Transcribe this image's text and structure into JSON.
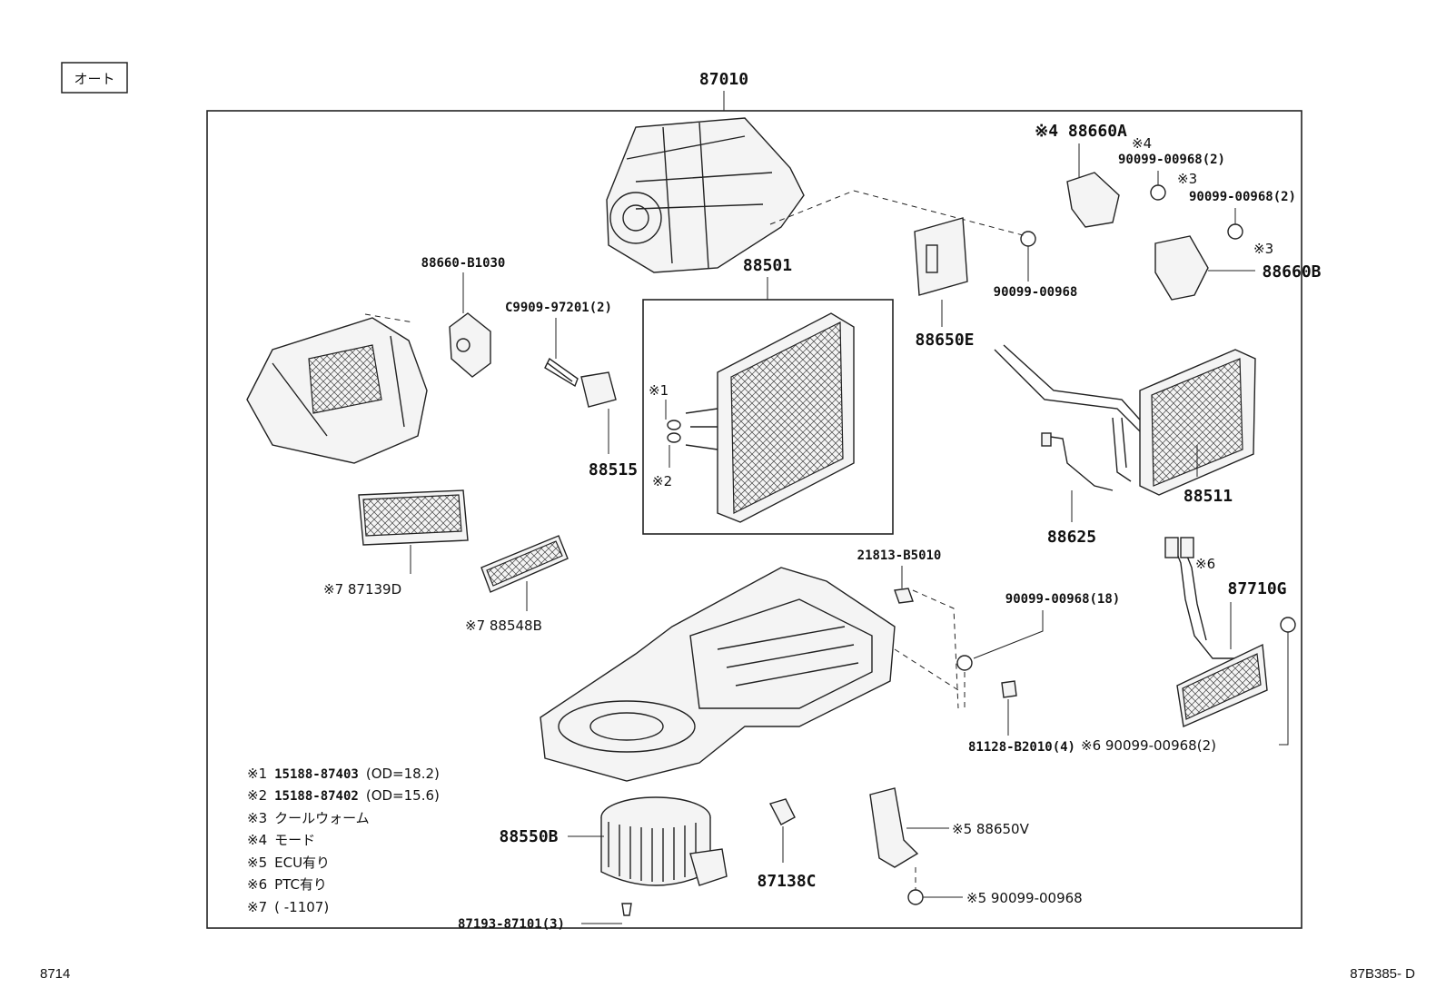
{
  "header": {
    "tag": "オート"
  },
  "footer": {
    "page_code": "8714",
    "drawing_code": "87B385- D"
  },
  "parts": {
    "unit_assembly": "87010",
    "evaporator": "88501",
    "damper_servo_left": "88660-B1030",
    "bolt": "C9909-97201(2)",
    "expansion_valve": "88515",
    "oring_1_mark": "※1",
    "oring_2_mark": "※2",
    "filter_1": "※7 87139D",
    "filter_2": "※7 88548B",
    "amplifier": "88650E",
    "amp_screw": "90099-00968",
    "servo_a_mark": "※4 88660A",
    "servo_a_screw_mark": "※4",
    "servo_a_screw": "90099-00968(2)",
    "servo_b_screw_mark": "※3",
    "servo_b_screw": "90099-00968(2)",
    "servo_b_mark": "※3",
    "servo_b": "88660B",
    "heater_core": "88511",
    "thermistor": "88625",
    "sensor_clip": "21813-B5010",
    "case_screws": "90099-00968(18)",
    "clip": "81128-B2010(4)",
    "ptc_mark": "※6",
    "ptc_heater": "87710G",
    "ptc_screw": "※6 90099-00968(2)",
    "blower": "88550B",
    "blower_screw": "87193-87101(3)",
    "resistor": "87138C",
    "ecu": "※5 88650V",
    "ecu_screw": "※5 90099-00968"
  },
  "notes": [
    {
      "mark": "※1",
      "code": "15188-87403",
      "text": "(OD=18.2)"
    },
    {
      "mark": "※2",
      "code": "15188-87402",
      "text": "(OD=15.6)"
    },
    {
      "mark": "※3",
      "code": "",
      "text": "クールウォーム"
    },
    {
      "mark": "※4",
      "code": "",
      "text": "モード"
    },
    {
      "mark": "※5",
      "code": "",
      "text": "ECU有り"
    },
    {
      "mark": "※6",
      "code": "",
      "text": "PTC有り"
    },
    {
      "mark": "※7",
      "code": "",
      "text": "(       -1107)"
    }
  ]
}
